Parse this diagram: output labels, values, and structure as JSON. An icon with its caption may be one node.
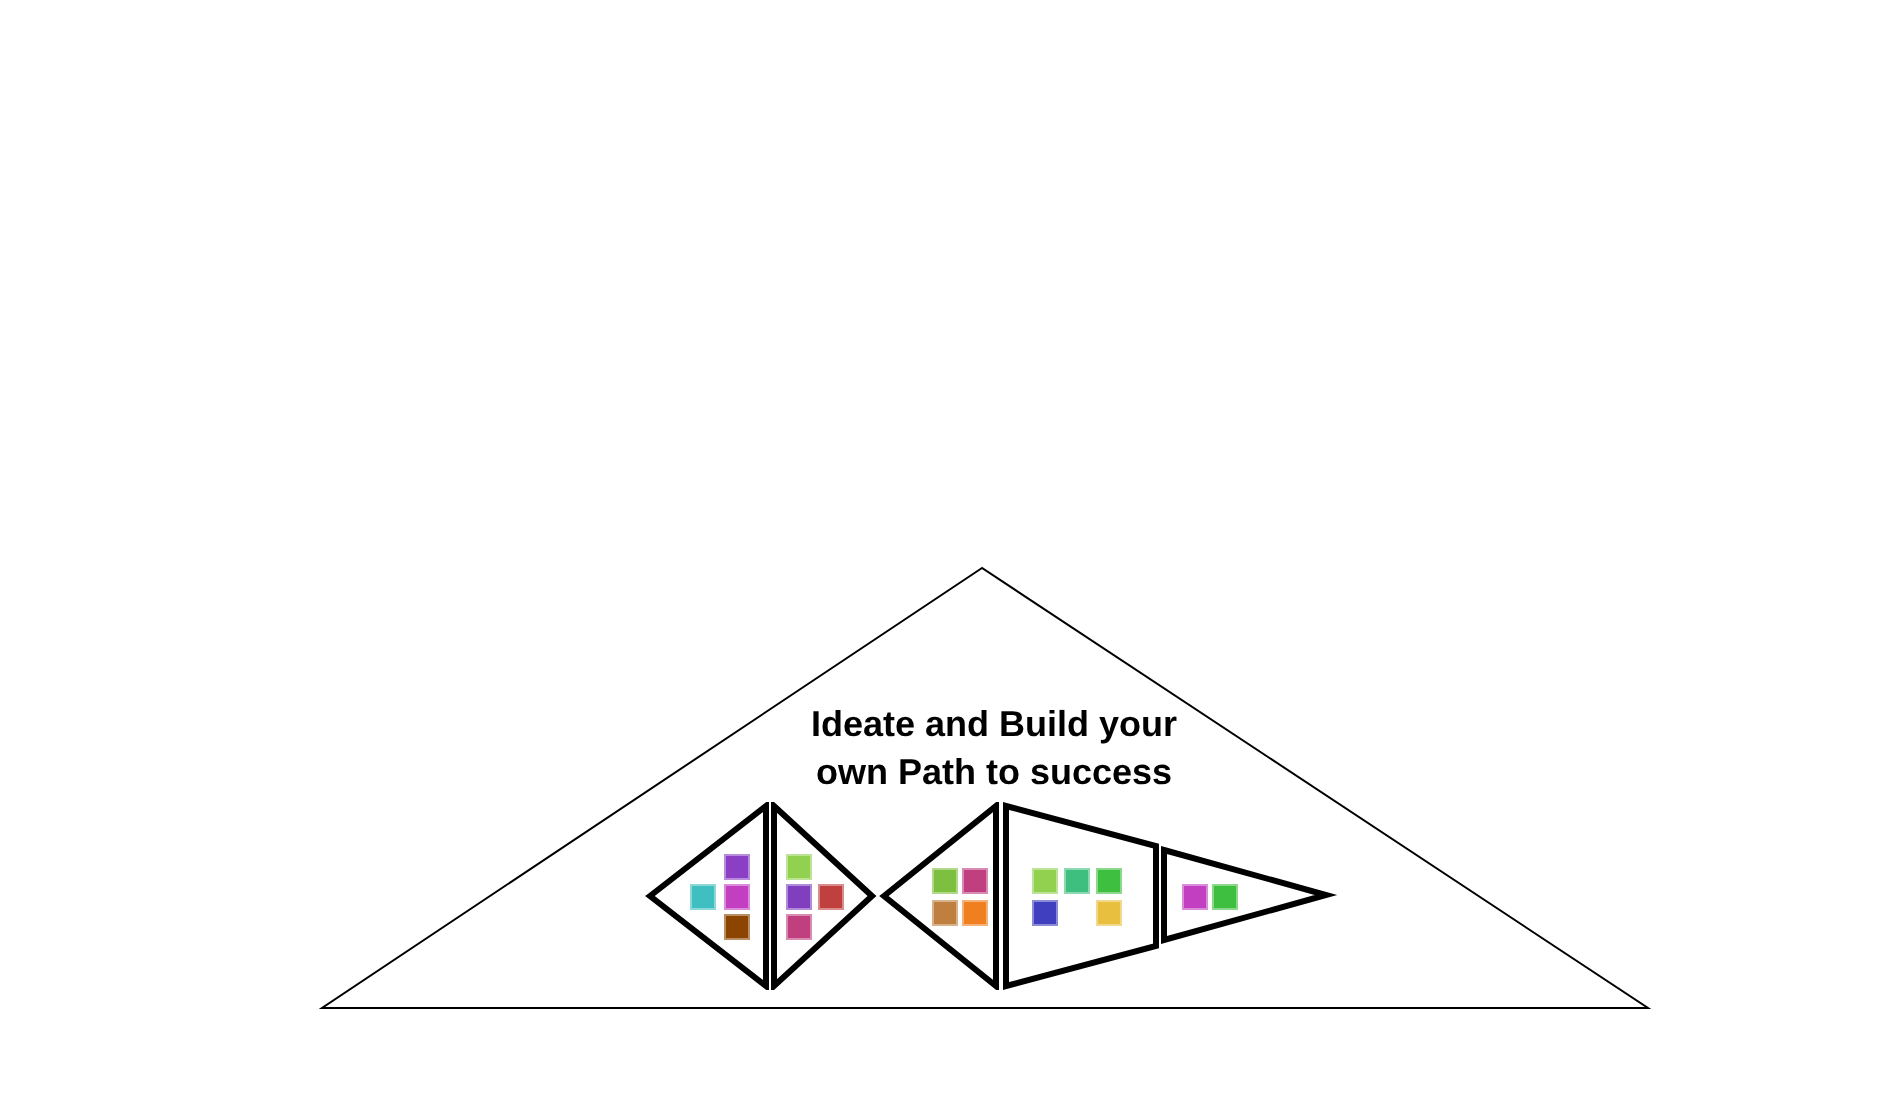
{
  "diagram": {
    "nodes": [
      {
        "text": [
          "Ideate and Build your own Path to success"
        ]
      },
      {
        "text": [],
        "shape": "triangle",
        "in": 0
      },
      {
        "text": [],
        "shape": "triangle",
        "in": 0
      },
      {
        "text": [],
        "shape": "triangle",
        "in": 0
      },
      {
        "text": [],
        "shape": "trapezoid",
        "in": 0
      },
      {
        "text": [],
        "shape": "triangle",
        "in": 0
      }
    ]
  }
}
